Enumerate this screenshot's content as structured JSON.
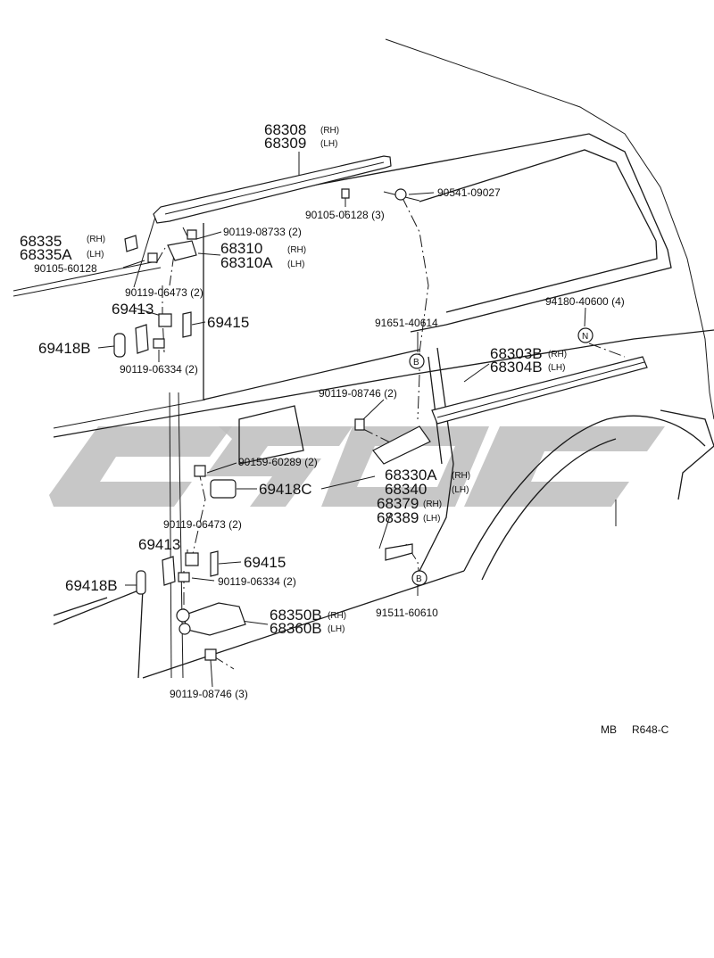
{
  "labels": {
    "p68308": "68308",
    "p68309": "68309",
    "rh1": "(RH)",
    "lh1": "(LH)",
    "p90541": "90541-09027",
    "p90105a": "90105-06128 (3)",
    "p90119_08733": "90119-08733 (2)",
    "p68335": "68335",
    "rh2": "(RH)",
    "p68335a": "68335A",
    "lh2": "(LH)",
    "p68310": "68310",
    "rh3": "(RH)",
    "p68310a": "68310A",
    "lh3": "(LH)",
    "p90105b": "90105-60128",
    "p90119_06473a": "90119-06473 (2)",
    "p69413a": "69413",
    "p69415a": "69415",
    "p69418b1": "69418B",
    "p90119_06334a": "90119-06334 (2)",
    "p94180": "94180-40600 (4)",
    "p91651": "91651-40614",
    "p68303": "68303B",
    "rh4": "(RH)",
    "p68304": "68304B",
    "lh4": "(LH)",
    "p90119_08746a": "90119-08746 (2)",
    "p90159": "90159-60289 (2)",
    "p69418c": "69418C",
    "p68330a": "68330A",
    "rh5": "(RH)",
    "p68340": "68340",
    "lh5": "(LH)",
    "p68379": "68379",
    "rh6": "(RH)",
    "p68389": "68389",
    "lh6": "(LH)",
    "p90119_06473b": "90119-06473 (2)",
    "p69413b": "69413",
    "p69415b": "69415",
    "p69418b2": "69418B",
    "p90119_06334b": "90119-06334 (2)",
    "p91511": "91511-60610",
    "p68350": "68350B",
    "rh7": "(RH)",
    "p68360": "68360B",
    "lh7": "(LH)",
    "p90119_08746b": "90119-08746 (3)",
    "refMB": "MB",
    "refCode": "R648-C",
    "markerB1": "B",
    "markerN": "N",
    "markerB2": "B"
  }
}
